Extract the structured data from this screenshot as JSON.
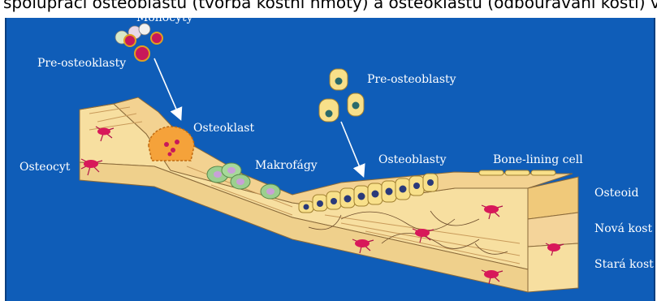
{
  "header": {
    "clipped_text": "spoluprácí osteoblastů (tvorba kostní hmoty) a osteoklastů (odbourávání kosti) v dynamické rovnováze"
  },
  "diagram": {
    "labels": {
      "monocyty": "Monocyty",
      "pre_osteoklasty": "Pre-osteoklasty",
      "pre_osteoblasty": "Pre-osteoblasty",
      "osteoklast": "Osteoklast",
      "osteocyt": "Osteocyt",
      "makrofagy": "Makrofágy",
      "osteoblasty": "Osteoblasty",
      "bone_lining_cell": "Bone-lining cell",
      "osteoid": "Osteoid",
      "nova_kost": "Nová kost",
      "stara_kost": "Stará kost"
    },
    "colors": {
      "background": "#0f5db8",
      "bone": "#f7dfa0",
      "osteocyte": "#d8185a",
      "osteoclast": "#f5a23a",
      "macrophage": "#9ccf8f",
      "osteoblast": "#f8e08a",
      "nucleus": "#2a3a7a"
    }
  }
}
